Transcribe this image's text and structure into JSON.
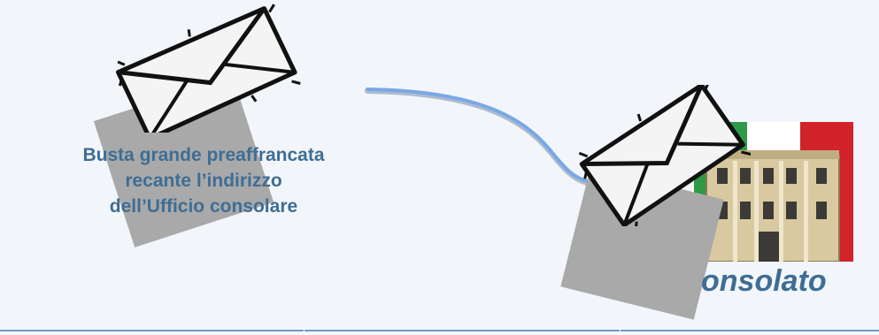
{
  "caption": {
    "line1": "Busta grande preaffrancata",
    "line2": "recante l’indirizzo",
    "line3": "dell’Ufficio consolare"
  },
  "consulate_label": "onsolato",
  "colors": {
    "background": "#f2f6fa",
    "text": "#3f6d94",
    "flow_line": "#7aa7e6",
    "card_gray": "#a9a9a9",
    "envelope": "#f4f4f4",
    "flag_green": "#2e9a48",
    "flag_red": "#d2232a",
    "building": "#d8c9a1"
  },
  "icons": {
    "envelope_left": "envelope-icon",
    "envelope_right": "envelope-icon",
    "consulate": "consulate-building-icon"
  }
}
